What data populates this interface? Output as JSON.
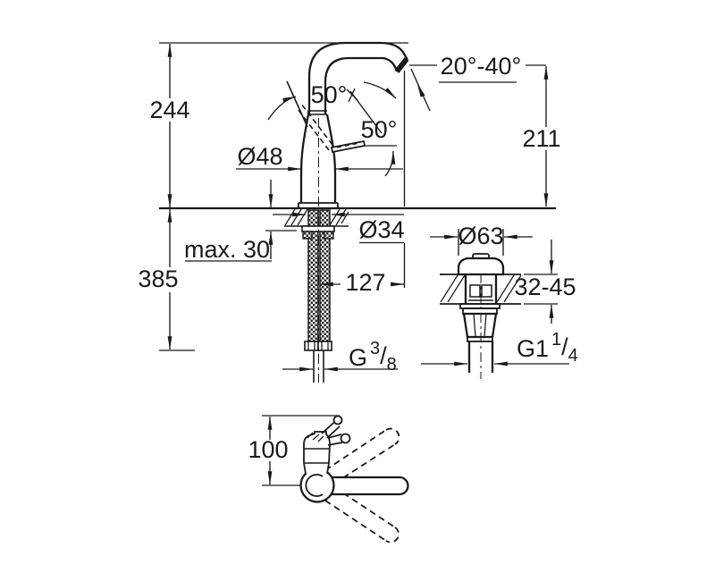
{
  "colors": {
    "line": "#1a1a1a",
    "background": "#ffffff"
  },
  "view_front": {
    "height_total": "244",
    "height_outlet": "211",
    "outlet_angle_range": "20°-40°",
    "handle_swing_angle": "50°",
    "handle_lift_angle": "50°",
    "body_diameter": "Ø48",
    "mount_hole_diameter": "Ø34",
    "max_deck_thickness": "max. 30",
    "below_deck_length": "385",
    "spout_reach": "127",
    "supply_thread": {
      "base": "G",
      "numerator": "3",
      "slash": "/",
      "denominator": "8"
    }
  },
  "view_drain": {
    "cap_diameter": "Ø63",
    "deck_thickness_range": "32-45",
    "drain_thread": {
      "base": "G1",
      "numerator": "1",
      "slash": "/",
      "denominator": "4"
    }
  },
  "view_top": {
    "handle_clearance": "100"
  }
}
